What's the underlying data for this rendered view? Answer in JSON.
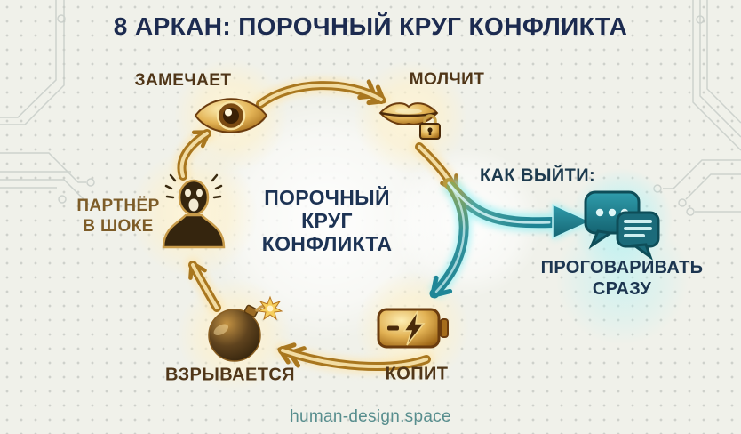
{
  "title": "8 АРКАН: ПОРОЧНЫЙ КРУГ КОНФЛИКТА",
  "center_label": {
    "line1": "ПОРОЧНЫЙ",
    "line2": "КРУГ",
    "line3": "КОНФЛИКТА"
  },
  "cycle": {
    "notices": {
      "label": "ЗАМЕЧАЕТ",
      "icon": "eye-icon"
    },
    "silent": {
      "label": "МОЛЧИТ",
      "icon": "lips-lock-icon"
    },
    "accumulates": {
      "label": "КОПИТ",
      "icon": "battery-icon"
    },
    "explodes": {
      "label": "ВЗРЫВАЕТСЯ",
      "icon": "bomb-icon"
    },
    "partner": {
      "label_line1": "ПАРТНЁР",
      "label_line2": "В ШОКЕ",
      "icon": "shocked-person-icon"
    }
  },
  "exit_path": {
    "heading": "КАК ВЫЙТИ:",
    "solution_line1": "ПРОГОВАРИВАТЬ",
    "solution_line2": "СРАЗУ",
    "icon": "chat-bubbles-icon"
  },
  "footer": {
    "site": "human-design.space"
  },
  "colors": {
    "title_navy": "#1c2b50",
    "center_navy": "#1d3354",
    "step_brown": "#503618",
    "partner_bronze": "#7d5c28",
    "gold_arrow": "#a9771f",
    "teal_arrow": "#1f8697",
    "cyan_glow": "#8feef2",
    "footer_teal": "#588e8e",
    "background": "#f0f1ea"
  }
}
